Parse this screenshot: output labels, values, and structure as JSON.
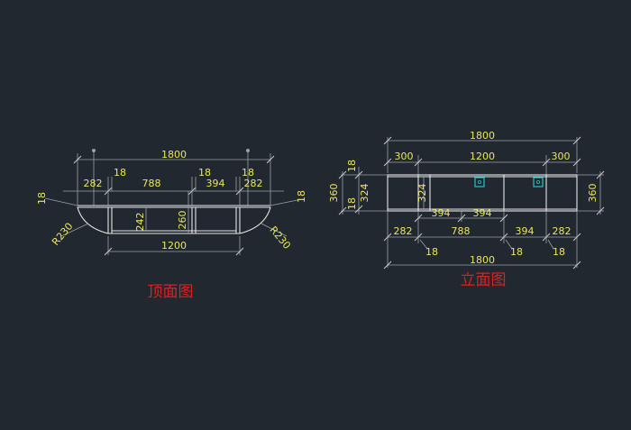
{
  "top_view": {
    "title": "顶面图",
    "total_width": "1800",
    "seg_left": "282",
    "gap_left": "18",
    "seg_middle": "788",
    "gap_mid": "18",
    "seg_394": "394",
    "gap_right": "18",
    "seg_right": "282",
    "left_thk": "18",
    "right_thk": "18",
    "depth_242": "242",
    "depth_260": "260",
    "radius_left": "R230",
    "radius_right": "R230",
    "bottom_width": "1200"
  },
  "front_view": {
    "title": "立面图",
    "total_top": "1800",
    "seg_300_left": "300",
    "seg_1200": "1200",
    "seg_300_right": "300",
    "height_360_left": "360",
    "height_18_top": "18",
    "height_324": "324",
    "height_18_bottom": "18",
    "inner_324": "324",
    "height_360_right": "360",
    "b_394_a": "394",
    "b_394_b": "394",
    "b_282_left": "282",
    "b_788": "788",
    "b_394": "394",
    "b_282_right": "282",
    "b_18_a": "18",
    "b_18_b": "18",
    "b_18_c": "18",
    "total_bottom": "1800"
  },
  "colors": {
    "background": "#212830",
    "dimension_text": "#e8e85a",
    "title_text": "#e02020",
    "outline": "#e6e6e6",
    "handle": "#1fc6c6"
  }
}
